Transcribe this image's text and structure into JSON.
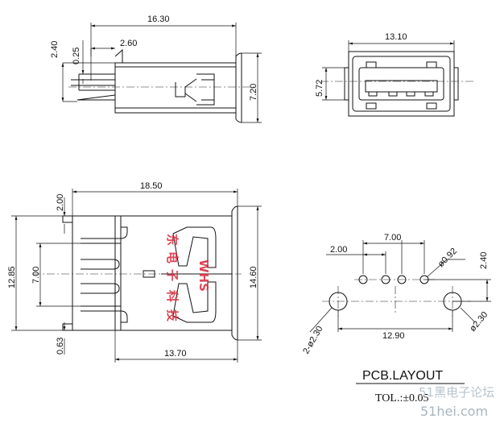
{
  "top_view": {
    "dims": [
      "16.30",
      "2.40",
      "0.25",
      "2.60",
      "7.20"
    ]
  },
  "front_view": {
    "dims": [
      "13.10",
      "5.72"
    ]
  },
  "side_view": {
    "dims": [
      "18.50",
      "2.00",
      "12.85",
      "7.00",
      "0.63",
      "13.70",
      "14.60"
    ]
  },
  "pcb_layout": {
    "title": "PCB.LAYOUT",
    "tolerance": "TOL.:±0.05",
    "dims": [
      "2.00",
      "7.00",
      "ø0.92",
      "2.40",
      "2-ø2.30",
      "12.90",
      "ø2.30"
    ]
  },
  "stamp_text": [
    "东",
    "电",
    "子",
    "科",
    "技",
    "WHS"
  ],
  "watermark": {
    "line1": "51黑电子论坛",
    "line2": "51hei.com"
  },
  "colors": {
    "line": "#111111",
    "stamp": "#d8283a",
    "watermark": "#b9c4cc"
  }
}
